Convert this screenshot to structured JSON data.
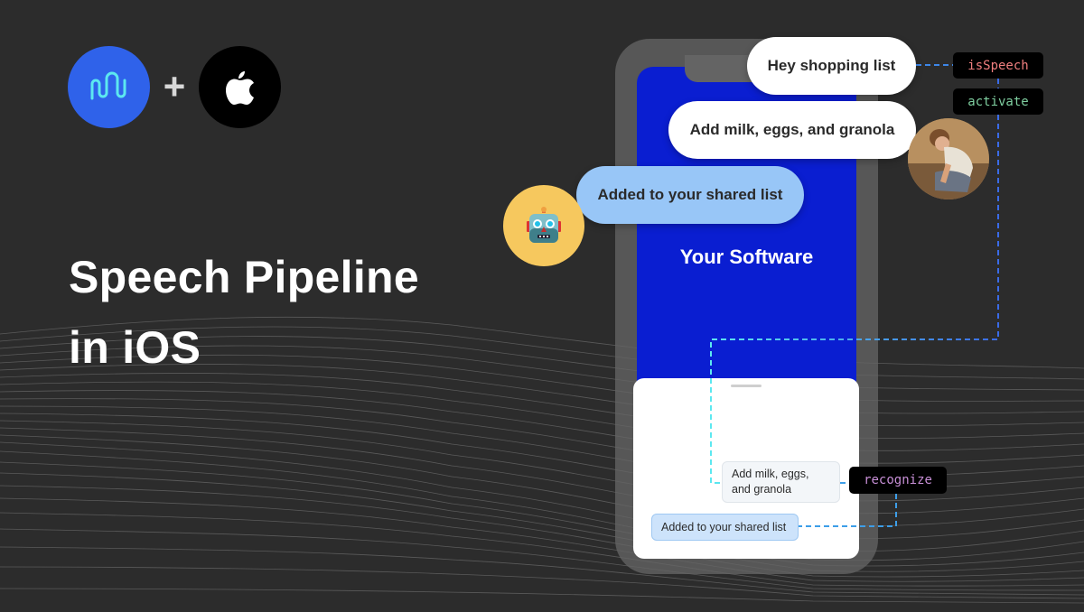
{
  "header": {
    "logos": [
      {
        "name": "spokestack-logo",
        "color": "#2f62ea"
      },
      {
        "name": "apple-logo",
        "color": "#000000"
      }
    ],
    "plus_symbol": "+"
  },
  "title": {
    "line1": "Speech Pipeline",
    "line2": "in iOS"
  },
  "phone": {
    "screen_label": "Your Software",
    "screen_color": "#0a1ed1",
    "transcript": {
      "user_message": "Add milk, eggs, and granola",
      "bot_message": "Added to your shared list"
    }
  },
  "conversation": {
    "wake_word": "Hey shopping list",
    "user_request": "Add milk, eggs, and granola",
    "bot_response": "Added to your shared list"
  },
  "avatars": {
    "bot": {
      "emoji": "🤖",
      "color": "#f6c85e"
    },
    "user": {
      "description": "person-photo"
    }
  },
  "pipeline_events": {
    "is_speech": "isSpeech",
    "activate": "activate",
    "recognize": "recognize"
  },
  "colors": {
    "background": "#2c2c2c",
    "bubble_bot": "#98c6f7",
    "tag_isspeech": "#f07f7f",
    "tag_activate": "#7fcfa0",
    "tag_recognize": "#c78fd6",
    "dash_blue": "#3a6be8",
    "dash_cyan": "#5ce8f0"
  }
}
